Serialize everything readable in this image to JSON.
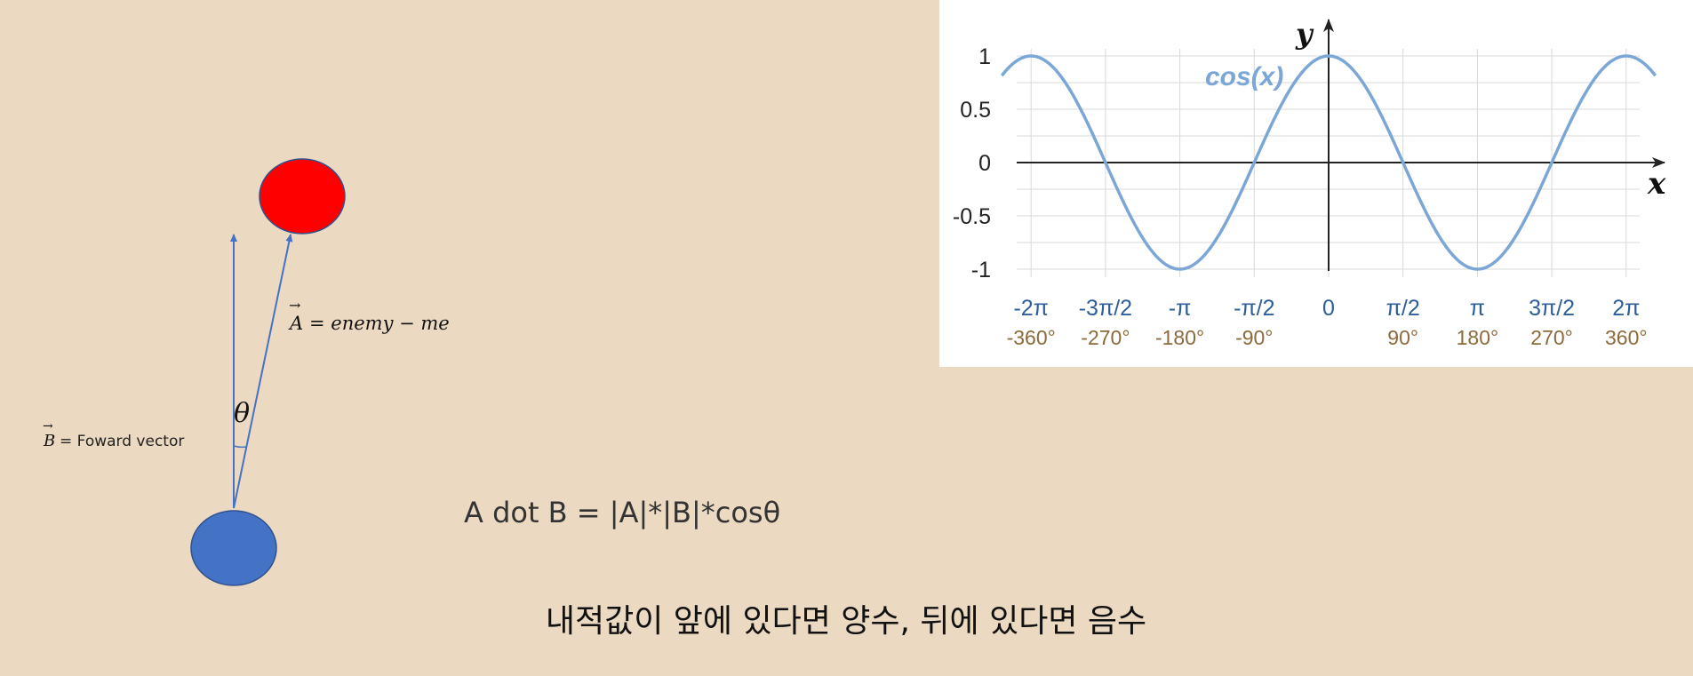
{
  "diagram": {
    "vector_A_arrow": "→",
    "vector_A_letter": "A",
    "vector_A_rest": "= enemy  − me",
    "vector_B_arrow": "→",
    "vector_B_letter": "B",
    "vector_B_rest": "= Foward vector",
    "theta": "θ",
    "formula": "A dot B  = |A|*|B|*cosθ",
    "caption": "내적값이 앞에 있다면 양수, 뒤에 있다면 음수",
    "colors": {
      "background": "#ecd9c2",
      "enemy": "#ff0000",
      "me": "#4472c4",
      "vector": "#4472c4",
      "outline": "#2f528f"
    }
  },
  "chart_data": {
    "type": "line",
    "series": [
      {
        "name": "cos(x)",
        "function": "cos(x)",
        "color": "#7ba7d7"
      }
    ],
    "title": "",
    "series_label": "cos(x)",
    "xlabel": "x",
    "ylabel": "y",
    "xlim": [
      -6.9,
      6.9
    ],
    "ylim": [
      -1,
      1
    ],
    "x_ticks": [
      -6.283185,
      -4.712389,
      -3.141593,
      -1.570796,
      0,
      1.570796,
      3.141593,
      4.712389,
      6.283185
    ],
    "x_tick_labels_rad": [
      "-2π",
      "-3π/2",
      "-π",
      "-π/2",
      "0",
      "π/2",
      "π",
      "3π/2",
      "2π"
    ],
    "x_tick_labels_deg": [
      "-360°",
      "-270°",
      "-180°",
      "-90°",
      "",
      "90°",
      "180°",
      "270°",
      "360°"
    ],
    "y_ticks": [
      1,
      0.5,
      0,
      -0.5,
      -1
    ],
    "y_tick_labels": [
      "1",
      "0.5",
      "0",
      "-0.5",
      "-1"
    ],
    "grid": true,
    "colors": {
      "curve": "#7ba7d7",
      "grid": "#d9d9d9",
      "axis": "#222222",
      "rad_labels": "#2e5f9a",
      "deg_labels": "#8c6a3a",
      "panel": "#ffffff"
    }
  }
}
